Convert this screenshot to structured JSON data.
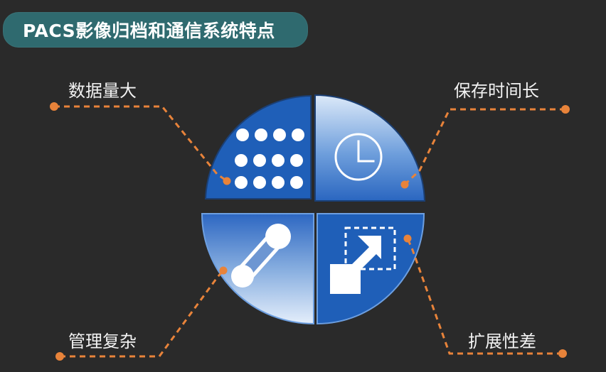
{
  "title": "PACS影像归档和通信系统特点",
  "features": [
    {
      "id": "large-data",
      "label": "数据量大",
      "icon": "dots-grid-icon",
      "position": "top-left"
    },
    {
      "id": "long-retention",
      "label": "保存时间长",
      "icon": "clock-icon",
      "position": "top-right"
    },
    {
      "id": "complex-management",
      "label": "管理复杂",
      "icon": "link-capsule-icon",
      "position": "bottom-left"
    },
    {
      "id": "poor-scalability",
      "label": "扩展性差",
      "icon": "expand-arrow-icon",
      "position": "bottom-right"
    }
  ],
  "colors": {
    "background": "#2a2a2a",
    "title_pill": "#2f6a6f",
    "blue_dark": "#1f5fb8",
    "blue_light": "#d7e6f8",
    "connector": "#e8833a"
  }
}
